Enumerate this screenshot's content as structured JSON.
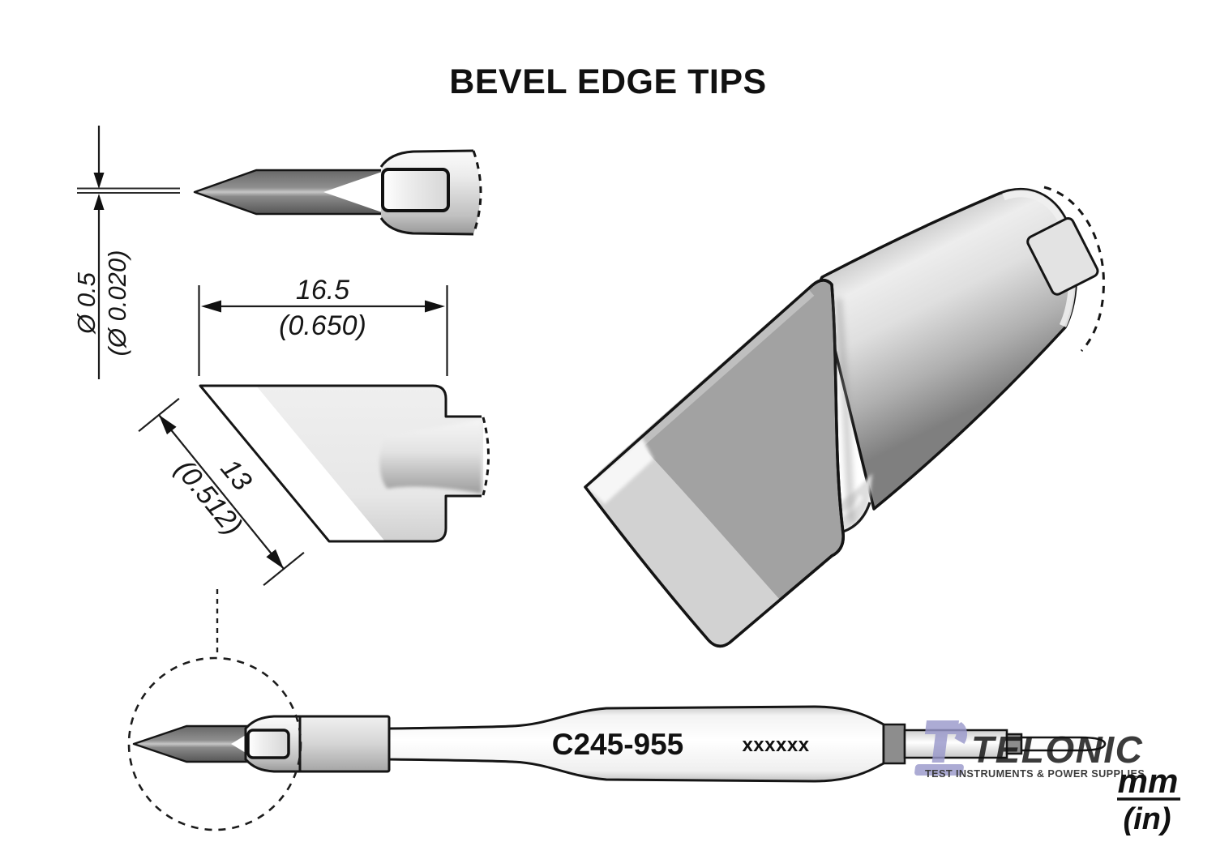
{
  "title": "BEVEL EDGE TIPS",
  "dimensions": {
    "tip_diameter": {
      "metric": "Ø 0.5",
      "imperial": "(Ø 0.020)"
    },
    "blade_length": {
      "metric": "16.5",
      "imperial": "(0.650)"
    },
    "blade_width": {
      "metric": "13",
      "imperial": "(0.512)"
    }
  },
  "cartridge": {
    "part_number": "C245-955",
    "serial_placeholder": "xxxxxx"
  },
  "units_legend": {
    "metric": "mm",
    "imperial": "(in)"
  },
  "watermark": {
    "brand": "TELONIC",
    "tagline": "TEST INSTRUMENTS & POWER SUPPLIES",
    "color": "#9a99cb"
  },
  "colors": {
    "ink": "#151515",
    "paper": "#ffffff",
    "steel_dark": "#6f6f6f",
    "steel_light": "#e8e8e8"
  }
}
